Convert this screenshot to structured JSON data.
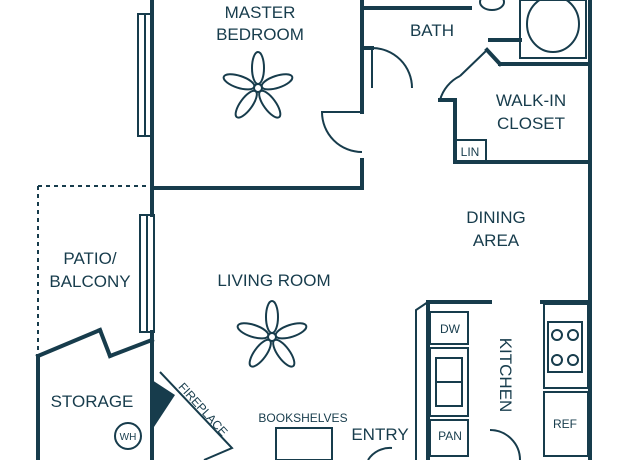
{
  "colors": {
    "line": "#173c4c",
    "background": "#ffffff"
  },
  "rooms": {
    "master_bedroom": [
      "MASTER",
      "BEDROOM"
    ],
    "bath": "BATH",
    "walk_in_closet": [
      "WALK-IN",
      "CLOSET"
    ],
    "linen": "LIN",
    "dining_area": [
      "DINING",
      "AREA"
    ],
    "patio_balcony": [
      "PATIO/",
      "BALCONY"
    ],
    "living_room": "LIVING ROOM",
    "kitchen": "KITCHEN",
    "storage": "STORAGE",
    "entry": "ENTRY"
  },
  "fixtures": {
    "dishwasher": "DW",
    "refrigerator": "REF",
    "pantry": "PAN",
    "fireplace": "FIREPLACE",
    "bookshelves": "BOOKSHELVES",
    "water_heater": "WH"
  },
  "icons": [
    "ceiling-fan-icon",
    "sink-icon",
    "stove-icon",
    "bathtub-icon",
    "toilet-icon",
    "door-swing-icon"
  ]
}
